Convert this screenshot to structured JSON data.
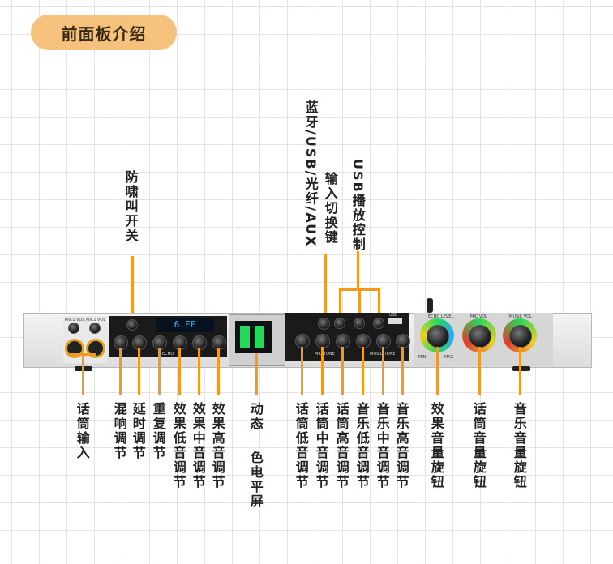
{
  "header": {
    "title": "前面板介绍"
  },
  "labels_top": {
    "feedback": "防啸叫开关",
    "bt_input": "蓝牙/USB/光纤/AUX",
    "input_switch": "输入切换键",
    "usb_control": "USB播放控制"
  },
  "labels_bottom": {
    "mic_input": "话筒输入",
    "reverb": "混响调节",
    "delay": "延时调节",
    "repeat": "重复调节",
    "echo_bass": "效果低音调节",
    "echo_mid": "效果中音调节",
    "echo_treble": "效果高音调节",
    "vu_meter": "动态",
    "vu_meter_2": "色电平屏",
    "mic_bass": "话筒低音调节",
    "mic_mid": "话筒中音调节",
    "mic_treble": "话筒高音调节",
    "music_bass": "音乐低音调节",
    "music_mid": "音乐中音调节",
    "music_treble": "音乐高音调节",
    "echo_level": "效果音量旋钮",
    "mic_volume": "话筒音量旋钮",
    "music_volume": "音乐音量旋钮"
  },
  "panel_text": {
    "mic1": "MIC1 VOL",
    "mic2": "MIC2 VOL",
    "display": "6.EE",
    "echo": "ECHO",
    "mic_tone": "MIC TONE",
    "music_tone": "MUSIC TONE",
    "echo_level": "ECHO LEVEL",
    "mic_vol": "MIC VOL",
    "music_vol": "MUSIC VOL",
    "min": "MIN",
    "max": "MAX",
    "usb": "USB"
  },
  "colors": {
    "accent": "#f39a1e",
    "pill": "#f4c27c"
  }
}
